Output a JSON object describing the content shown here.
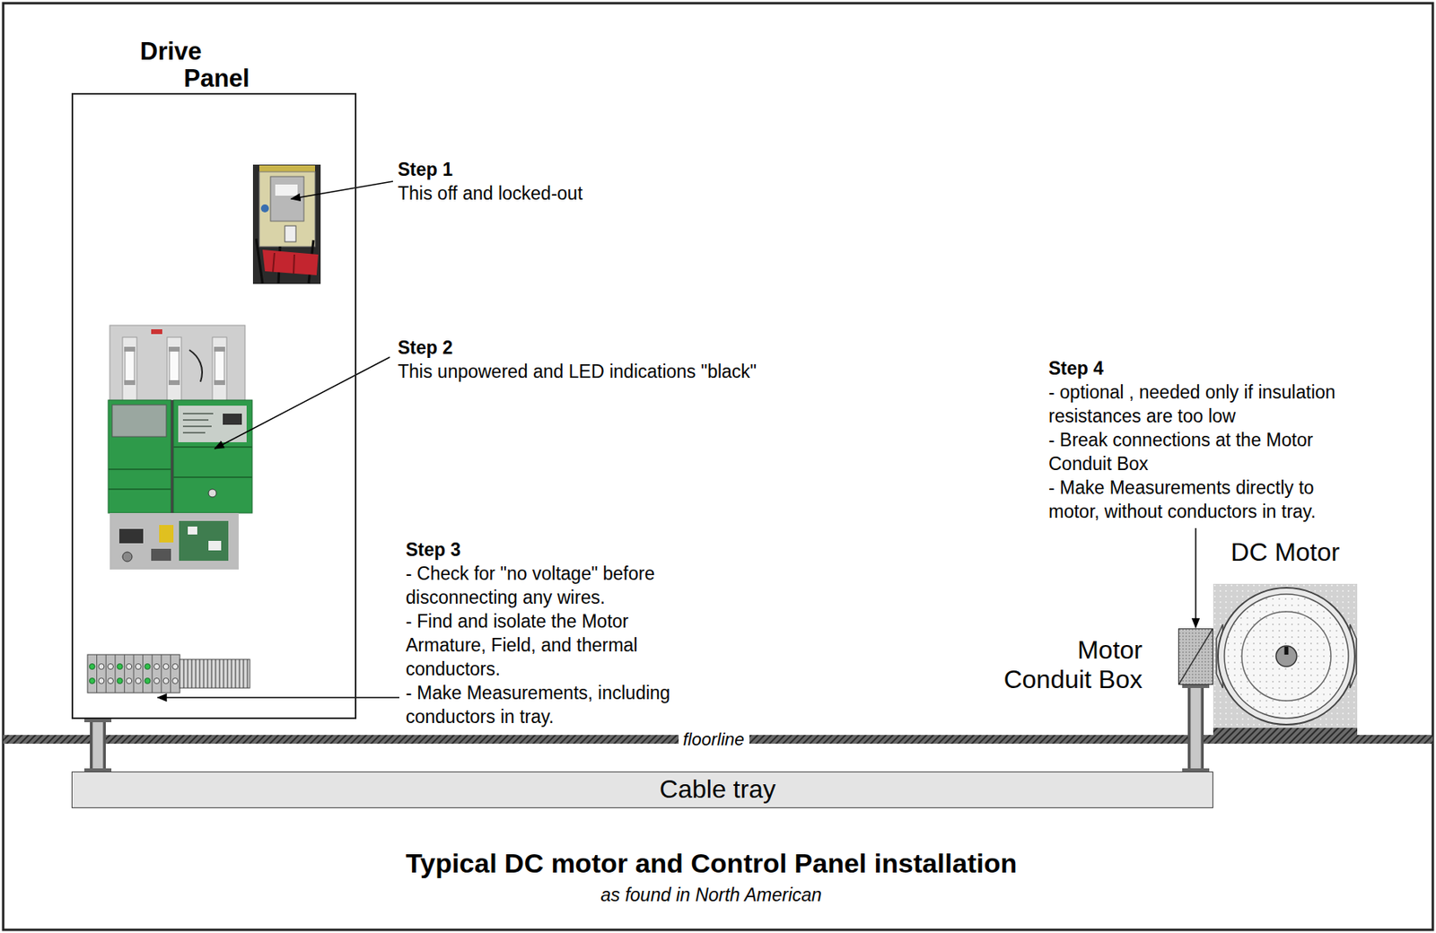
{
  "diagram": {
    "title": "Typical DC motor and Control Panel installation",
    "caption": "as found in North American",
    "nodes": [
      {
        "text": [
          "Drive Panel"
        ]
      },
      {
        "text": [
          "Motor Conduit Box"
        ]
      },
      {
        "text": [
          "DC Motor"
        ]
      },
      {
        "text": [
          "Cable tray"
        ]
      }
    ],
    "edges": [
      {
        "from": 0,
        "to": 3,
        "arrow": "none"
      },
      {
        "from": 1,
        "to": 3,
        "arrow": "none"
      }
    ],
    "labels": [
      "Step 1",
      "This off and locked-out",
      "Step 2",
      "This unpowered and LED indications \"black\"",
      "Step 3",
      "- Check for \"no voltage\" before disconnecting any wires.",
      "- Find and isolate the Motor Armature, Field, and thermal conductors.",
      "- Make Measurements, including conductors in tray.",
      "Step 4",
      "- optional , needed only if insulation resistances are too low",
      "- Break connections at the Motor Conduit Box",
      "- Make Measurements directly to motor, without conductors in tray.",
      "floorline"
    ]
  }
}
